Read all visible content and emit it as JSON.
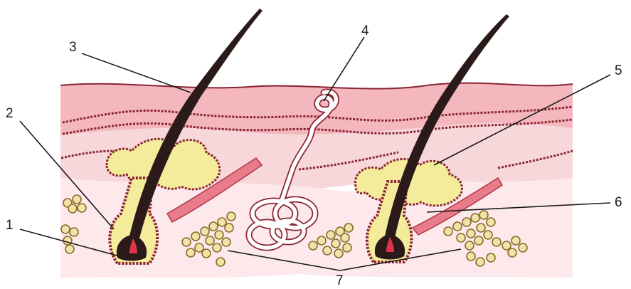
{
  "diagram": {
    "callouts": [
      {
        "id": "c1",
        "label": "1"
      },
      {
        "id": "c2",
        "label": "2"
      },
      {
        "id": "c3",
        "label": "3"
      },
      {
        "id": "c4",
        "label": "4"
      },
      {
        "id": "c5",
        "label": "5"
      },
      {
        "id": "c6",
        "label": "6"
      },
      {
        "id": "c7",
        "label": "7"
      }
    ],
    "colors": {
      "epidermis": "#f4b7bd",
      "dermis": "#f7d7d9",
      "hypodermis": "#fde9ec",
      "cell_border": "#8a2433",
      "hair": "#2b1a1a",
      "sebaceous": "#f4ec9a",
      "muscle": "#e97c8a",
      "fat_cell": "#f1e3a8",
      "sweat_gland": "#ffffff"
    }
  }
}
